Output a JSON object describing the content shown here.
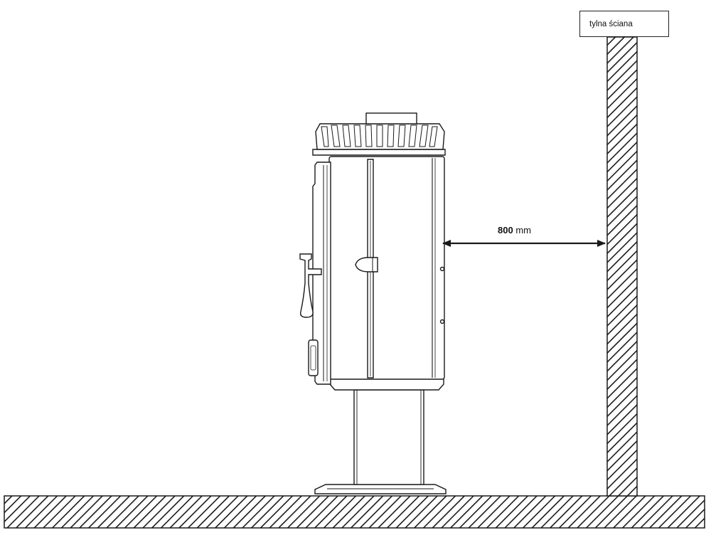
{
  "wall": {
    "label": "tylna ściana"
  },
  "dimension": {
    "value": "800",
    "unit": "mm"
  },
  "colors": {
    "line": "#1a1a1a",
    "hatch": "#1a1a1a",
    "background": "#ffffff"
  }
}
